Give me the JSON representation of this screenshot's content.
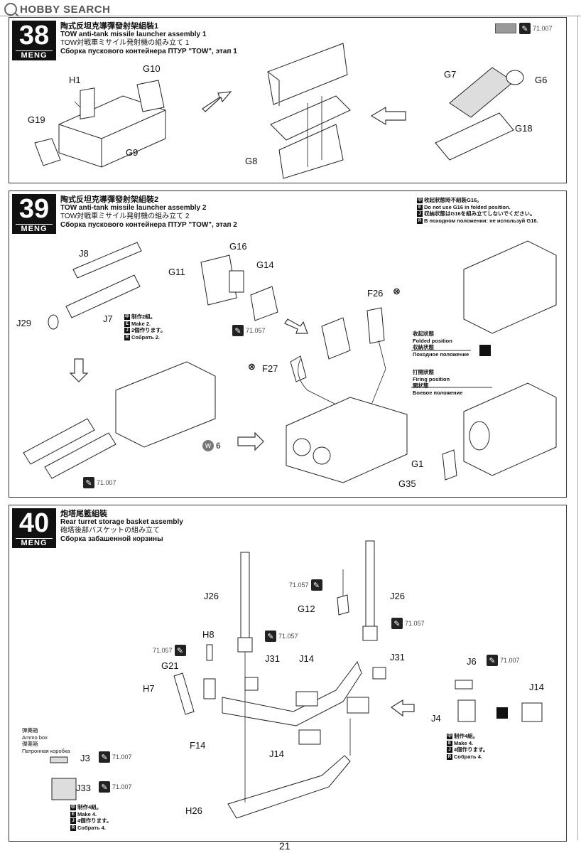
{
  "watermark": "HOBBY SEARCH",
  "page_number": "21",
  "steps": [
    {
      "num": "38",
      "brand": "MENG",
      "titles": [
        "陶式反坦克導彈發射架組裝1",
        "TOW anti-tank missile launcher assembly 1",
        "TOW対戦車ミサイル発射機の組み立て 1",
        "Сборка пускового контейнера ПТУР \"TOW\", этап 1"
      ],
      "paint": "71.007",
      "parts": [
        "H1",
        "G10",
        "G19",
        "G9",
        "G8",
        "G7",
        "G6",
        "G18"
      ]
    },
    {
      "num": "39",
      "brand": "MENG",
      "titles": [
        "陶式反坦克導彈發射架組裝2",
        "TOW anti-tank missile launcher assembly 2",
        "TOW対戦車ミサイル発射機の組み立て 2",
        "Сборка пускового контейнера ПТУР \"TOW\", этап 2"
      ],
      "note": [
        "收起狀態時不組裝G16。",
        "Do not use G16 in folded position.",
        "収納状態はG16を組み立てしないでください。",
        "В походном положении: не используй G16."
      ],
      "make": [
        "制作2組。",
        "Make 2.",
        "2個作ります。",
        "Собрать 2."
      ],
      "paint1": "71.057",
      "paint2": "71.007",
      "decal": "6",
      "folded": [
        "收起狀態",
        "Folded position",
        "収納状態",
        "Походное положение"
      ],
      "firing": [
        "打開狀態",
        "Firing position",
        "開状態",
        "Боевое положение"
      ],
      "parts": [
        "J8",
        "G16",
        "G11",
        "G14",
        "J29",
        "J7",
        "F26",
        "F27",
        "G1",
        "G35"
      ]
    },
    {
      "num": "40",
      "brand": "MENG",
      "titles": [
        "炮塔尾籃組裝",
        "Rear turret storage basket assembly",
        "砲塔後部バスケットの組み立て",
        "Сборка забашенной корзины"
      ],
      "paints": [
        "71.057",
        "71.057",
        "71.057",
        "71.057",
        "71.007",
        "71.007",
        "71.007"
      ],
      "ammo": [
        "彈藥箱",
        "Ammo box",
        "弾薬箱",
        "Патронная коробка"
      ],
      "make4": [
        "制作4組。",
        "Make 4.",
        "4個作ります。",
        "Собрать 4."
      ],
      "parts": [
        "J26",
        "G12",
        "J26",
        "H8",
        "G21",
        "J31",
        "J14",
        "J31",
        "H7",
        "J6",
        "J14",
        "J4",
        "F14",
        "J14",
        "J3",
        "J33",
        "H26"
      ]
    }
  ]
}
